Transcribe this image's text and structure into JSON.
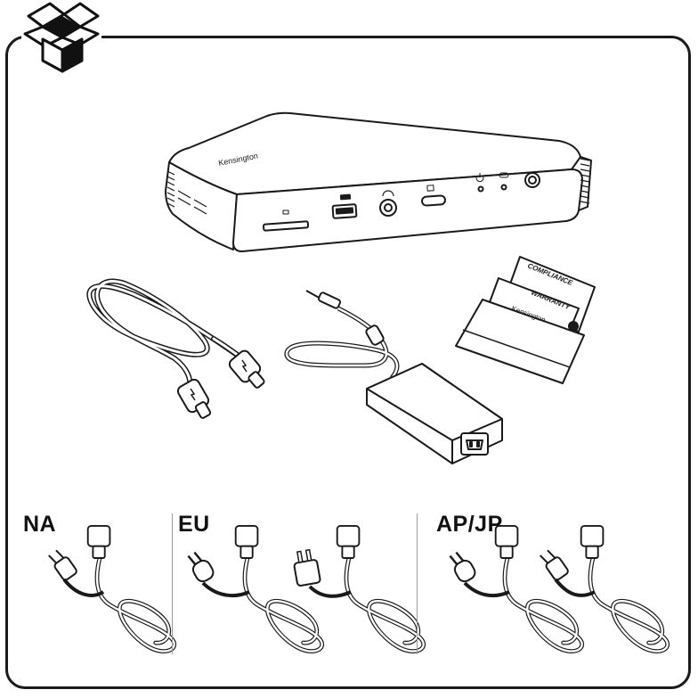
{
  "dock": {
    "brand": "Kensington"
  },
  "documents": {
    "compliance": "COMPLIANCE",
    "warranty": "WARRANTY",
    "guide_brand": "Kensington"
  },
  "regions": [
    {
      "label": "NA"
    },
    {
      "label": "EU"
    },
    {
      "label": "AP/JP"
    }
  ],
  "colors": {
    "line": "#1a1a1a",
    "fill": "#ffffff",
    "shade": "#d9d9d9"
  },
  "icons": {
    "header": "open-box-icon"
  }
}
